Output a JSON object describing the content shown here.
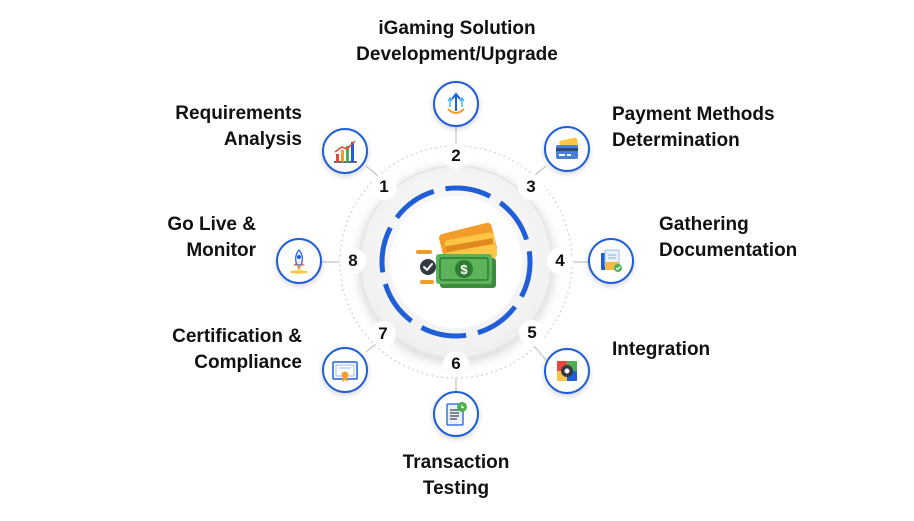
{
  "colors": {
    "accent": "#1f5ed8",
    "ring": "#d9d9d9",
    "text": "#111111"
  },
  "center": {
    "icon": "money-cards-icon"
  },
  "steps": [
    {
      "number": "1",
      "label": "Requirements\nAnalysis",
      "icon": "bar-chart-icon"
    },
    {
      "number": "2",
      "label": "iGaming Solution\nDevelopment/Upgrade",
      "icon": "upgrade-arrows-icon"
    },
    {
      "number": "3",
      "label": "Payment Methods\nDetermination",
      "icon": "credit-card-icon"
    },
    {
      "number": "4",
      "label": "Gathering\nDocumentation",
      "icon": "documents-check-icon"
    },
    {
      "number": "5",
      "label": "Integration",
      "icon": "puzzle-gear-icon"
    },
    {
      "number": "6",
      "label": "Transaction\nTesting",
      "icon": "checklist-clock-icon"
    },
    {
      "number": "7",
      "label": "Certification &\nCompliance",
      "icon": "certificate-icon"
    },
    {
      "number": "8",
      "label": "Go Live &\nMonitor",
      "icon": "rocket-icon"
    }
  ]
}
